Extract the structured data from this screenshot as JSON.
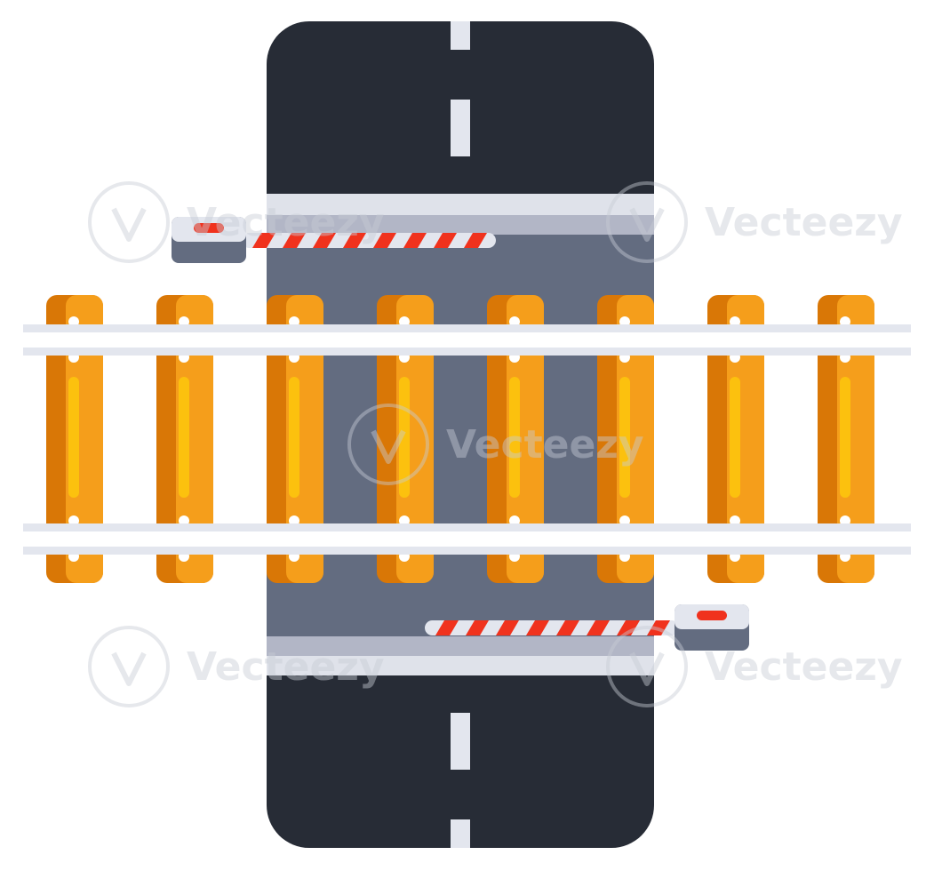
{
  "illustration": {
    "subject": "railway-level-crossing",
    "colors": {
      "background": "#ffffff",
      "asphalt": "#272c36",
      "crossing_surface": "#636c80",
      "road_marking": "#e3e6ee",
      "curb_light": "#dfe2ea",
      "curb_shadow": "#b2b6c6",
      "rail": "#e3e6ee",
      "sleeper_dark": "#d97706",
      "sleeper_light": "#f59e1b",
      "sleeper_highlight": "#fcc10e",
      "barrier_red": "#f0321d",
      "barrier_white": "#e3e6ee",
      "barrier_box": "#636c80",
      "barrier_box_top": "#e3e6ee",
      "barrier_light": "#f0321d"
    },
    "sleeper_count": 8,
    "barrier_count": 2
  },
  "watermark": {
    "text": "Vecteezy",
    "color": "#c8cbd4"
  }
}
